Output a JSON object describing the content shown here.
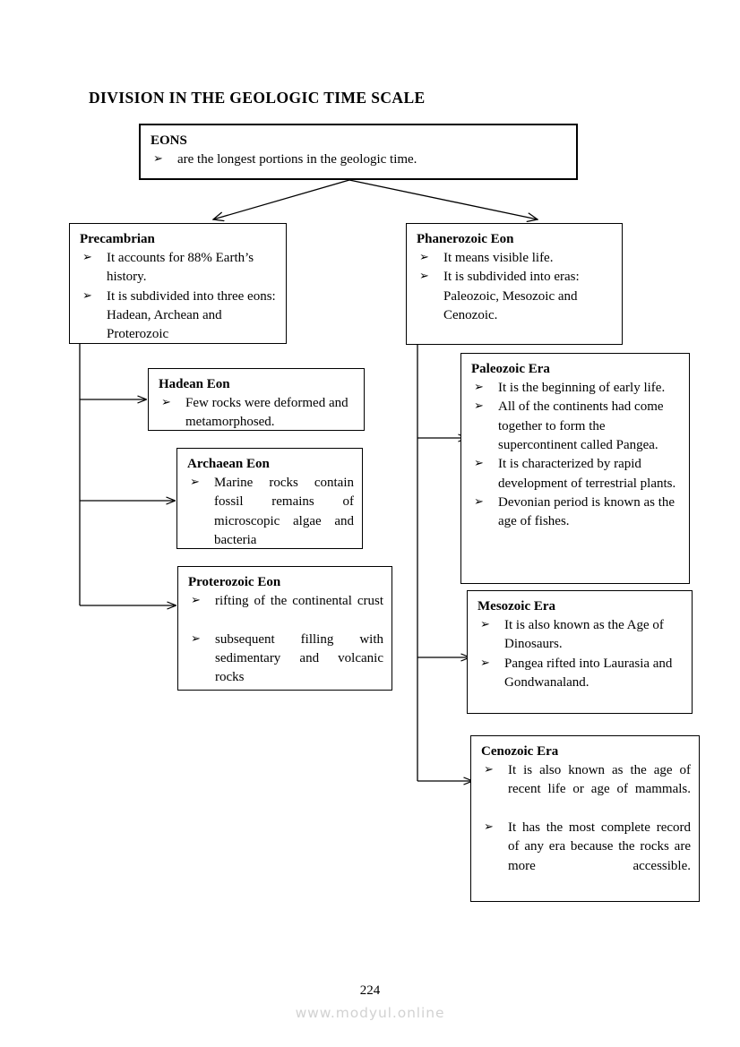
{
  "document": {
    "title": "DIVISION IN THE GEOLOGIC TIME SCALE",
    "page_number": "224",
    "watermark": "www.modyul.online",
    "bullet_glyph": "➢"
  },
  "diagram": {
    "type": "hierarchy-flowchart",
    "root": {
      "id": "eons",
      "title": "EONS",
      "bullets": [
        "are the longest portions in the geologic time."
      ]
    },
    "branches": [
      {
        "id": "precambrian",
        "title": "Precambrian",
        "bullets": [
          "It accounts for 88% Earth’s history.",
          "It is subdivided into three eons:  Hadean, Archean and Proterozoic"
        ],
        "children": [
          {
            "id": "hadean",
            "title": "Hadean Eon",
            "bullets": [
              "Few rocks were deformed and metamorphosed."
            ]
          },
          {
            "id": "archaean",
            "title": "Archaean Eon",
            "bullets": [
              "Marine rocks contain fossil remains of microscopic algae and bacteria"
            ]
          },
          {
            "id": "proterozoic",
            "title": "Proterozoic Eon",
            "bullets": [
              "rifting of the continental crust",
              "subsequent filling with sedimentary and volcanic rocks"
            ]
          }
        ]
      },
      {
        "id": "phanerozoic",
        "title": "Phanerozoic Eon",
        "bullets": [
          "It means visible life.",
          "It is subdivided into eras: Paleozoic, Mesozoic and Cenozoic."
        ],
        "children": [
          {
            "id": "paleozoic",
            "title": "Paleozoic Era",
            "bullets": [
              "It is the beginning of early life.",
              "All of the continents had come together to form the supercontinent called Pangea.",
              "It is characterized by rapid development of terrestrial plants.",
              "Devonian period is known as the age of fishes."
            ]
          },
          {
            "id": "mesozoic",
            "title": "Mesozoic Era",
            "bullets": [
              "It is also known as the Age of Dinosaurs.",
              "Pangea rifted into Laurasia and Gondwanaland."
            ]
          },
          {
            "id": "cenozoic",
            "title": "Cenozoic Era",
            "bullets": [
              "It is also known as the age of recent life or age of mammals.",
              "It has the most complete record of any era because the rocks are more accessible."
            ]
          }
        ]
      }
    ]
  },
  "colors": {
    "ink": "#000000",
    "paper": "#ffffff",
    "watermark": "#d2d2d2"
  }
}
